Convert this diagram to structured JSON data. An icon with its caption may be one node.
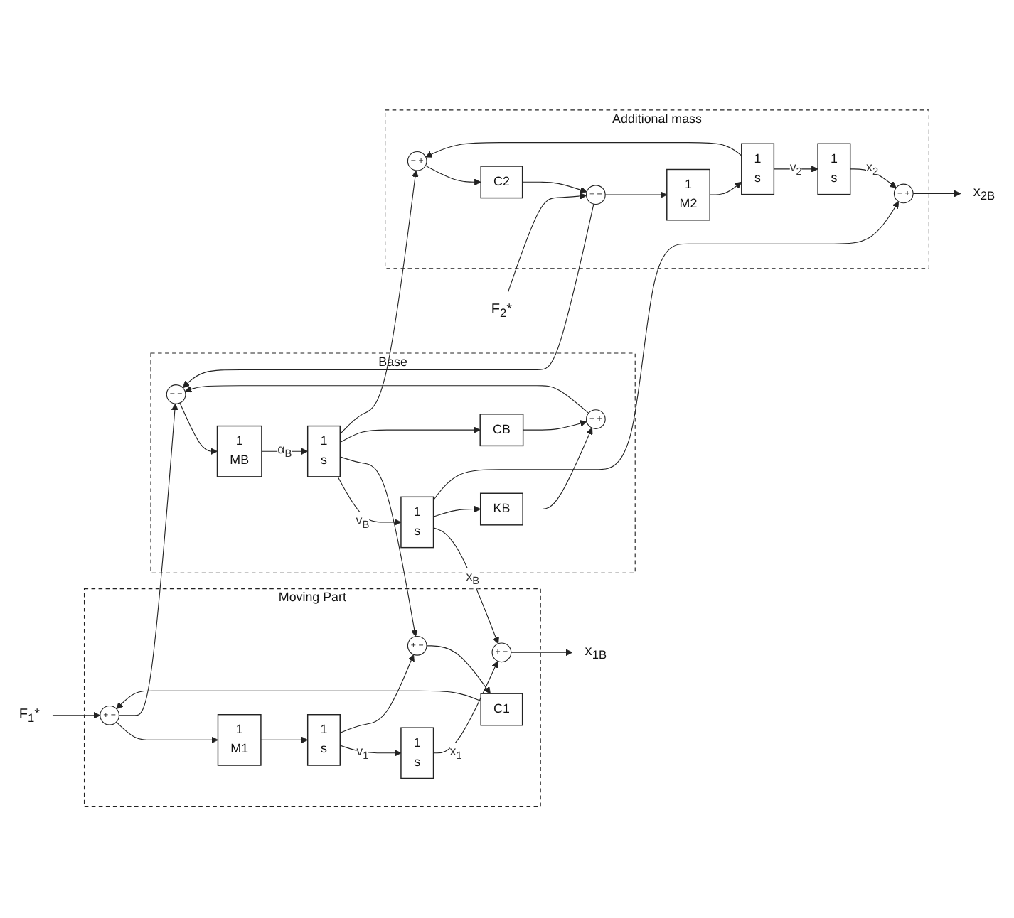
{
  "diagram": {
    "nodes": [
      {
        "text": [
          "Moving Part"
        ]
      },
      {
        "text": [
          "F$_{1}$*"
        ]
      },
      {
        "text": [
          "+ −"
        ],
        "in": 0
      },
      {
        "text": [
          "1",
          "M1"
        ],
        "in": 0
      },
      {
        "text": [
          "1",
          "s"
        ],
        "in": 0
      },
      {
        "text": [
          "1",
          "s"
        ],
        "in": 0
      },
      {
        "text": [
          "+ −"
        ],
        "in": 0
      },
      {
        "text": [
          "C1"
        ],
        "in": 0
      },
      {
        "text": [
          "+ −"
        ],
        "in": 0
      },
      {
        "text": [
          "x$_{1B}$"
        ]
      },
      {
        "text": [
          "Base"
        ]
      },
      {
        "text": [
          "− −"
        ],
        "in": 10
      },
      {
        "text": [
          "1",
          "MB"
        ],
        "in": 10
      },
      {
        "text": [
          "1",
          "s"
        ],
        "in": 10
      },
      {
        "text": [
          "1",
          "s"
        ],
        "in": 10
      },
      {
        "text": [
          "CB"
        ],
        "in": 10
      },
      {
        "text": [
          "+ +"
        ],
        "in": 10
      },
      {
        "text": [
          "KB"
        ],
        "in": 10
      },
      {
        "text": [
          "Additional mass"
        ]
      },
      {
        "text": [
          "F$_{2}$*"
        ]
      },
      {
        "text": [
          "C2"
        ],
        "in": 18
      },
      {
        "text": [
          "− +"
        ],
        "in": 18
      },
      {
        "text": [
          "− +"
        ],
        "in": 18
      },
      {
        "text": [
          "x$_{2B}$"
        ]
      },
      {
        "text": [
          "+ −"
        ],
        "in": 18
      },
      {
        "text": [
          "1",
          "M2"
        ],
        "in": 18
      },
      {
        "text": [
          "1",
          "s"
        ],
        "in": 18
      },
      {
        "text": [
          "1",
          "s"
        ],
        "in": 18
      }
    ],
    "edges": [
      {
        "from": 1,
        "to": 2,
        "arrow": "to"
      },
      {
        "from": 2,
        "to": 3,
        "arrow": "to"
      },
      {
        "from": 2,
        "to": 11,
        "arrow": "to"
      },
      {
        "from": 3,
        "to": 4,
        "arrow": "to"
      },
      {
        "from": 4,
        "to": 5,
        "arrow": "to",
        "label": "v$_{1}$"
      },
      {
        "from": 4,
        "to": 6,
        "arrow": "to"
      },
      {
        "from": 6,
        "to": 7,
        "arrow": "to"
      },
      {
        "from": 7,
        "to": 2,
        "arrow": "to"
      },
      {
        "from": 5,
        "to": 8,
        "arrow": "to",
        "label": "x$_{1}$"
      },
      {
        "from": 8,
        "to": 9,
        "arrow": "to"
      },
      {
        "from": 11,
        "to": 12,
        "arrow": "to"
      },
      {
        "from": 12,
        "to": 13,
        "arrow": "to",
        "label": "α$_{B}$"
      },
      {
        "from": 13,
        "to": 14,
        "arrow": "to",
        "label": "v$_{B}$"
      },
      {
        "from": 14,
        "to": 8,
        "arrow": "to",
        "label": "x$_{B}$"
      },
      {
        "from": 13,
        "to": 6,
        "arrow": "to"
      },
      {
        "from": 13,
        "to": 15,
        "arrow": "to"
      },
      {
        "from": 14,
        "to": 17,
        "arrow": "to"
      },
      {
        "from": 15,
        "to": 16,
        "arrow": "to"
      },
      {
        "from": 17,
        "to": 16,
        "arrow": "to"
      },
      {
        "from": 16,
        "to": 11,
        "arrow": "to"
      },
      {
        "from": 13,
        "to": 21,
        "arrow": "to"
      },
      {
        "from": 14,
        "to": 22,
        "arrow": "to"
      },
      {
        "from": 21,
        "to": 20,
        "arrow": "to"
      },
      {
        "from": 20,
        "to": 24,
        "arrow": "to"
      },
      {
        "from": 22,
        "to": 23,
        "arrow": "to"
      },
      {
        "from": 19,
        "to": 24,
        "arrow": "to"
      },
      {
        "from": 24,
        "to": 11,
        "arrow": "to"
      },
      {
        "from": 24,
        "to": 25,
        "arrow": "to"
      },
      {
        "from": 25,
        "to": 26,
        "arrow": "to"
      },
      {
        "from": 26,
        "to": 27,
        "arrow": "to",
        "label": "v$_{2}$"
      },
      {
        "from": 26,
        "to": 21,
        "arrow": "to"
      },
      {
        "from": 27,
        "to": 22,
        "arrow": "to",
        "label": "x$_{2}$"
      }
    ]
  }
}
